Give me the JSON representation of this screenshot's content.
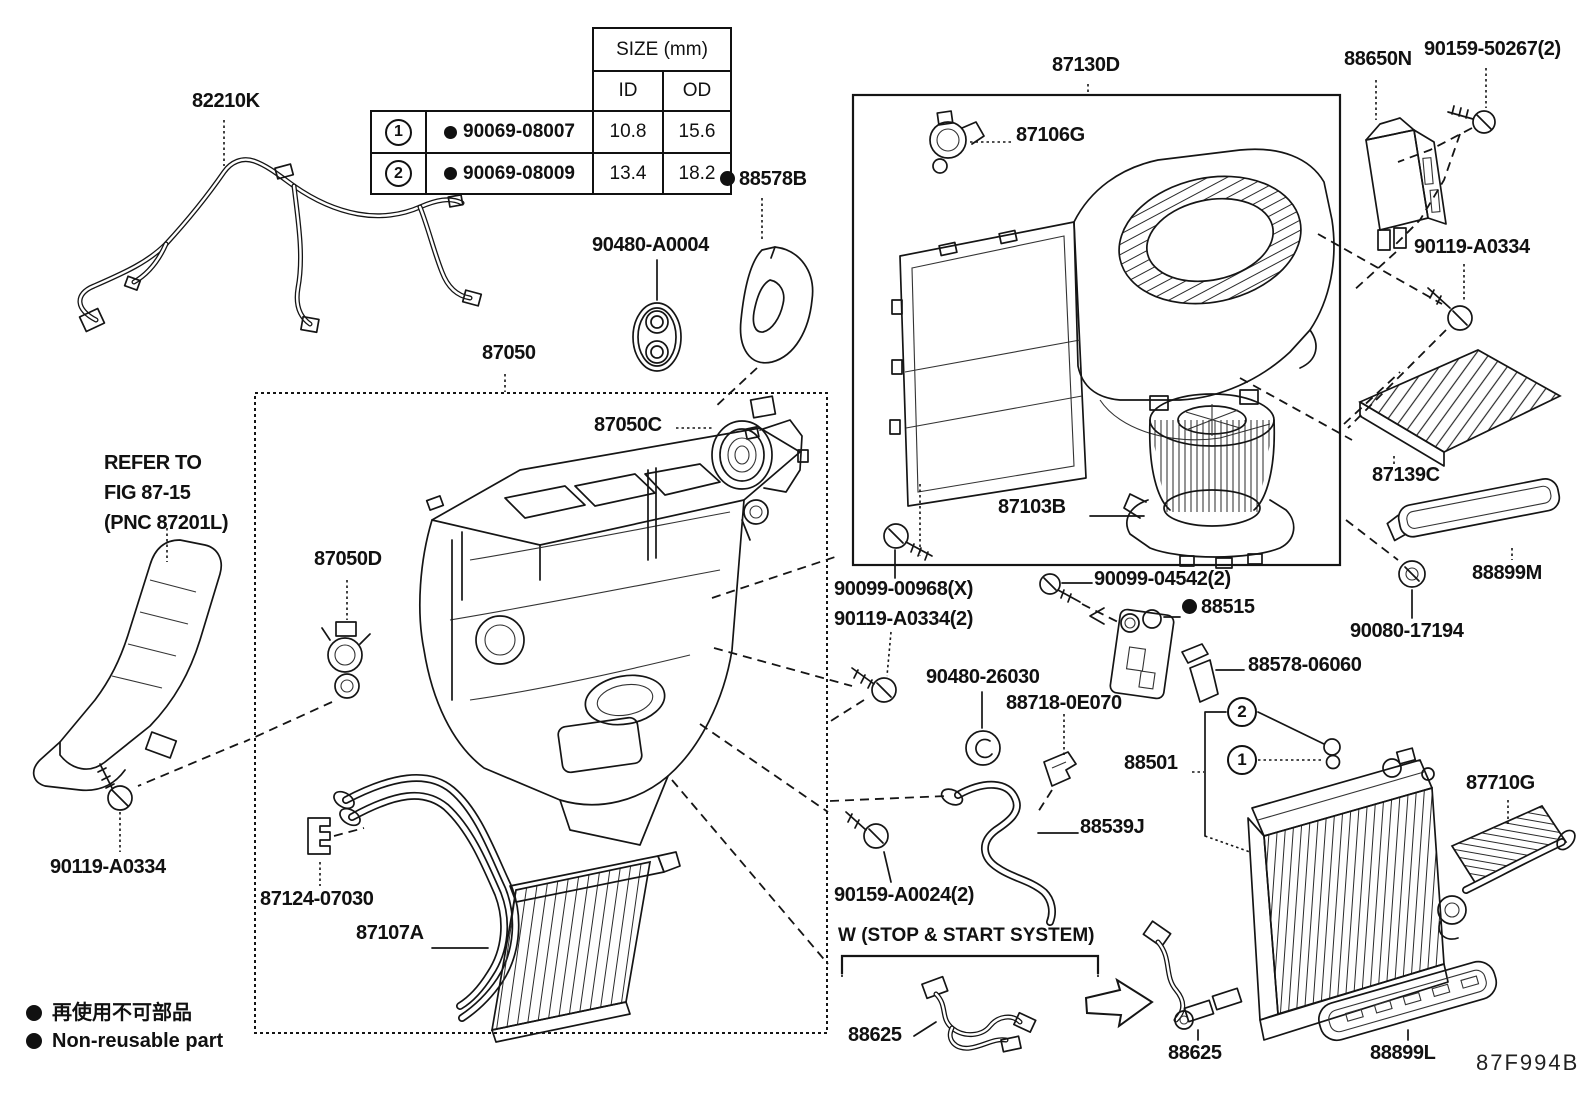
{
  "diagram": {
    "fig_code": "87F994B",
    "legend": {
      "ja": "再使用不可部品",
      "en": "Non-reusable part"
    },
    "size_table": {
      "title": "SIZE (mm)",
      "col_id": "ID",
      "col_od": "OD",
      "rows": [
        {
          "no": "1",
          "part": "90069-08007",
          "id": "10.8",
          "od": "15.6"
        },
        {
          "no": "2",
          "part": "90069-08009",
          "id": "13.4",
          "od": "18.2"
        }
      ]
    },
    "callouts": {
      "c1": "1",
      "c2": "2"
    },
    "labels": {
      "harness": "82210K",
      "insulator": "88578B",
      "grommet_a0004": "90480-A0004",
      "unit": "87050",
      "servo_c": "87050C",
      "refer": "REFER TO\nFIG 87-15\n(PNC 87201L)",
      "servo_d": "87050D",
      "screw_left": "90119-A0334",
      "pipe_clamp": "87124-07030",
      "heater_core": "87107A",
      "blower_unit": "87130D",
      "servo_g": "87106G",
      "blower_motor": "87103B",
      "screw_00968": "90099-00968(X)",
      "screw_a0334_2": "90119-A0334(2)",
      "screw_04542": "90099-04542(2)",
      "exp_valve": "88515",
      "retainer": "88578-06060",
      "grommet_26030": "90480-26030",
      "clamp_0e070": "88718-0E070",
      "evaporator": "88501",
      "drain_hose": "88539J",
      "screw_a0024": "90159-A0024(2)",
      "stop_start": "W (STOP & START SYSTEM)",
      "wire1": "88625",
      "wire2": "88625",
      "amplifier": "88650N",
      "screw_50267": "90159-50267(2)",
      "screw_tr": "90119-A0334",
      "filter": "87139C",
      "cover_m": "88899M",
      "grommet_17194": "90080-17194",
      "pipe_g": "87710G",
      "cover_l": "88899L"
    }
  }
}
